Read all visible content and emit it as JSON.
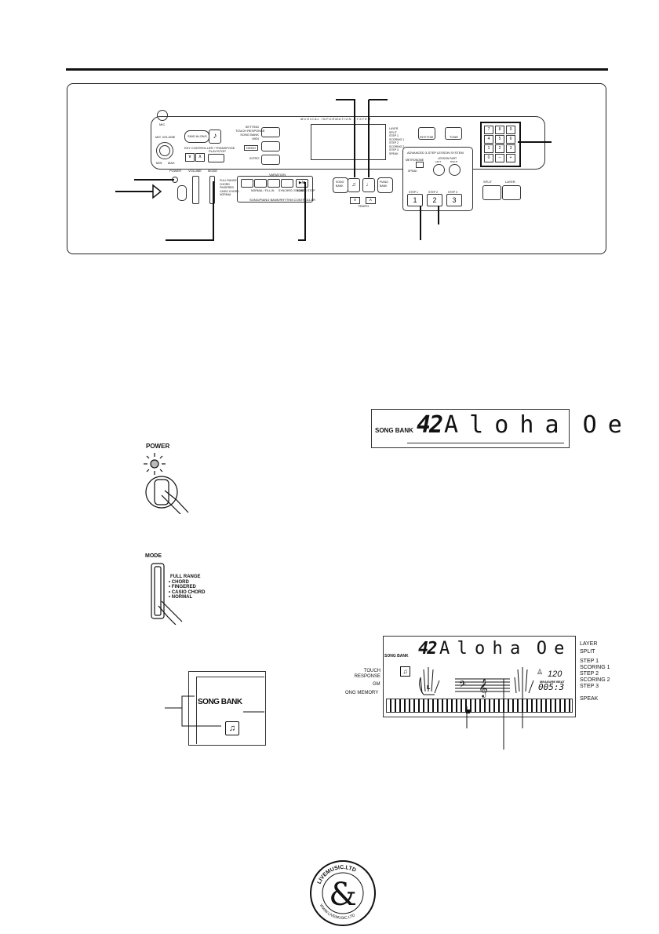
{
  "panel": {
    "brand_strip": "MUSICAL INFORMATION SYSTEM",
    "mic": "MIC",
    "mic_volume": "MIC VOLUME",
    "min": "MIN",
    "max": "MAX",
    "sing_along": "SING ALONG",
    "key_controller": "KEY CONTROLLER / TRANSPOSE",
    "play_stop": "PLAY/STOP",
    "setting_block": "SETTING\nTOUCH RESPONSE\nSONG BANK\nMIDI",
    "demo_label": "DEMO",
    "intro_label": "INTRO",
    "variation": "VARIATION",
    "normal_fillin": "NORMAL / FILL-IN",
    "variation_fillin": "VARIATION / FILL-IN",
    "synchro_ending": "SYNCHRO / ENDING",
    "start_stop": "START / STOP",
    "controller_caption": "SONG/PIANO BANK/RHYTHM CONTROLLER",
    "song_bank": "SONG BANK",
    "piano_bank": "PIANO BANK",
    "tempo": "TEMPO",
    "lesson_system": "ADVANCED 3-STEP LESSON SYSTEM",
    "metronome": "METRONOME",
    "speak": "SPEAK",
    "lesson_part": "LESSON PART",
    "left": "LEFT",
    "right": "RIGHT",
    "step1": "STEP 1",
    "step2": "STEP 2",
    "step3": "STEP 3",
    "step_numbers": [
      "1",
      "2",
      "3"
    ],
    "rhythm": "RHYTHM",
    "tone": "TONE",
    "keypad": [
      "7",
      "8",
      "9",
      "4",
      "5",
      "6",
      "1",
      "2",
      "3",
      "0",
      "–",
      "+"
    ],
    "split": "SPLIT",
    "layer": "LAYER",
    "power": "POWER",
    "volume": "VOLUME",
    "mode": "MODE",
    "mode_options": [
      "FULL RANGE",
      "CHORD",
      "FINGERED",
      "CASIO CHORD",
      "NORMAL"
    ],
    "lcd_right_labels": [
      "LAYER",
      "SPLIT",
      "STEP 1",
      "SCORING 1",
      "STEP 2",
      "SCORING 2",
      "STEP 3",
      "SPEAK"
    ]
  },
  "lcd_small": {
    "label": "SONG BANK",
    "number": "42",
    "name": "A l o h a  O e"
  },
  "power_fig": {
    "label": "POWER"
  },
  "mode_fig": {
    "label": "MODE",
    "options": [
      "FULL RANGE",
      "CHORD",
      "FINGERED",
      "CASIO CHORD",
      "NORMAL"
    ]
  },
  "songbank_fig": {
    "label": "SONG BANK"
  },
  "big_lcd": {
    "number": "42",
    "name": "A l o h a  O e",
    "song_bank": "SONG BANK",
    "touch_response": "TOUCH\nRESPONSE",
    "gm": "GM",
    "song_memory": "ONG MEMORY",
    "left_hand": "L",
    "tempo_value": "120",
    "measure_beat": "MEASURE BEAT",
    "counter": "005:3",
    "right_labels": [
      "LAYER",
      "SPLIT",
      "STEP 1",
      "SCORING 1",
      "STEP 2",
      "SCORING 2",
      "STEP 3",
      "SPEAK"
    ]
  },
  "logo": {
    "text_top": "LIVEMUSIC.LTD",
    "text_bottom": "WWW.LIVEMUSIC.LTD"
  }
}
